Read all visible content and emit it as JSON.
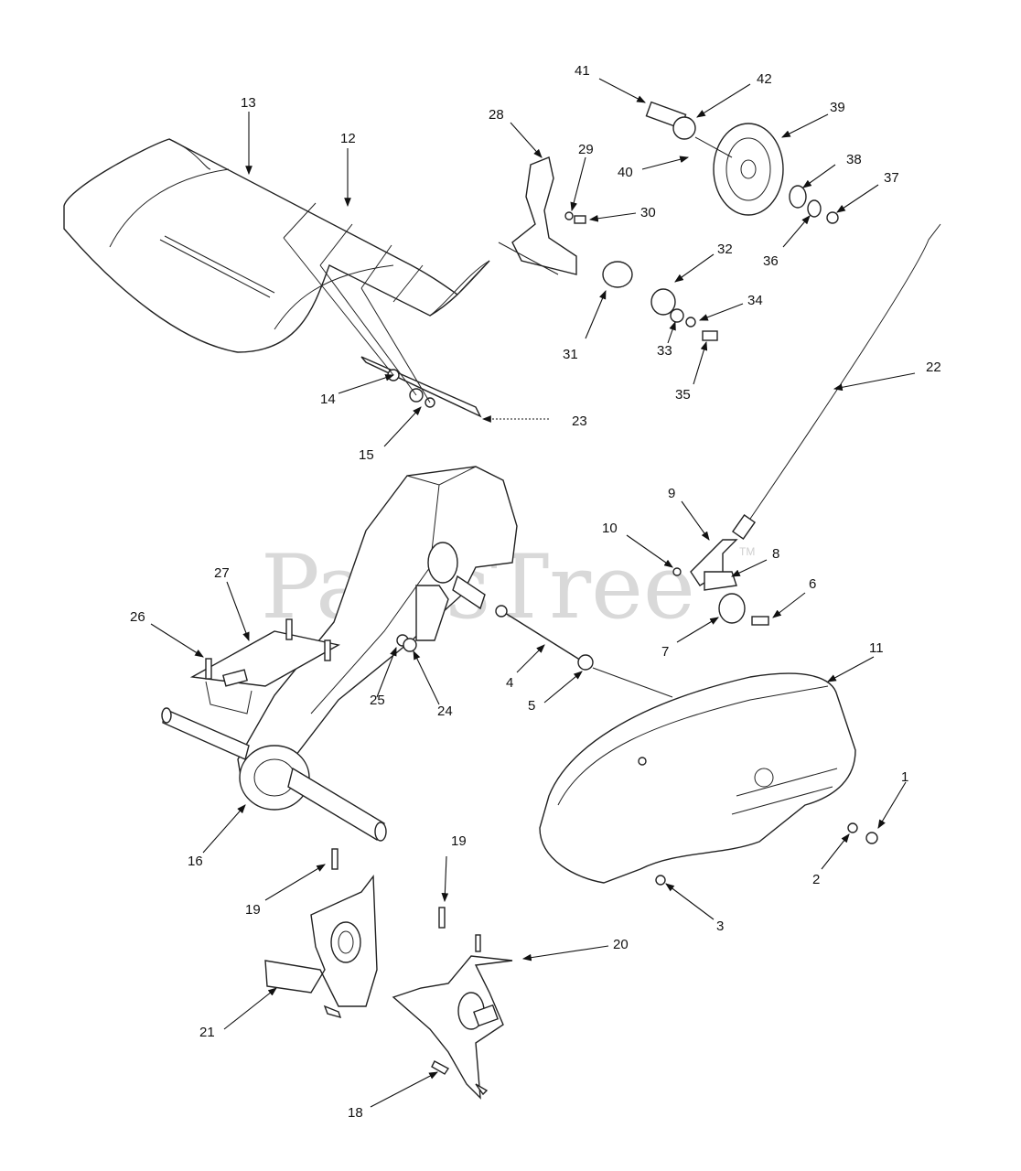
{
  "watermark": {
    "text": "PartsTree",
    "trademark": "TM"
  },
  "callouts": [
    {
      "id": "c1",
      "label": "1"
    },
    {
      "id": "c2",
      "label": "2"
    },
    {
      "id": "c3",
      "label": "3"
    },
    {
      "id": "c4",
      "label": "4"
    },
    {
      "id": "c5",
      "label": "5"
    },
    {
      "id": "c6",
      "label": "6"
    },
    {
      "id": "c7",
      "label": "7"
    },
    {
      "id": "c8",
      "label": "8"
    },
    {
      "id": "c9",
      "label": "9"
    },
    {
      "id": "c10",
      "label": "10"
    },
    {
      "id": "c11",
      "label": "11"
    },
    {
      "id": "c12",
      "label": "12"
    },
    {
      "id": "c13",
      "label": "13"
    },
    {
      "id": "c14",
      "label": "14"
    },
    {
      "id": "c15",
      "label": "15"
    },
    {
      "id": "c16",
      "label": "16"
    },
    {
      "id": "c18",
      "label": "18"
    },
    {
      "id": "c19a",
      "label": "19"
    },
    {
      "id": "c19b",
      "label": "19"
    },
    {
      "id": "c20",
      "label": "20"
    },
    {
      "id": "c21",
      "label": "21"
    },
    {
      "id": "c22",
      "label": "22"
    },
    {
      "id": "c23",
      "label": "23"
    },
    {
      "id": "c24",
      "label": "24"
    },
    {
      "id": "c25",
      "label": "25"
    },
    {
      "id": "c26",
      "label": "26"
    },
    {
      "id": "c27",
      "label": "27"
    },
    {
      "id": "c28",
      "label": "28"
    },
    {
      "id": "c29",
      "label": "29"
    },
    {
      "id": "c30",
      "label": "30"
    },
    {
      "id": "c31",
      "label": "31"
    },
    {
      "id": "c32",
      "label": "32"
    },
    {
      "id": "c33",
      "label": "33"
    },
    {
      "id": "c34",
      "label": "34"
    },
    {
      "id": "c35",
      "label": "35"
    },
    {
      "id": "c36",
      "label": "36"
    },
    {
      "id": "c37",
      "label": "37"
    },
    {
      "id": "c38",
      "label": "38"
    },
    {
      "id": "c39",
      "label": "39"
    },
    {
      "id": "c40",
      "label": "40"
    },
    {
      "id": "c41",
      "label": "41"
    },
    {
      "id": "c42",
      "label": "42"
    }
  ]
}
